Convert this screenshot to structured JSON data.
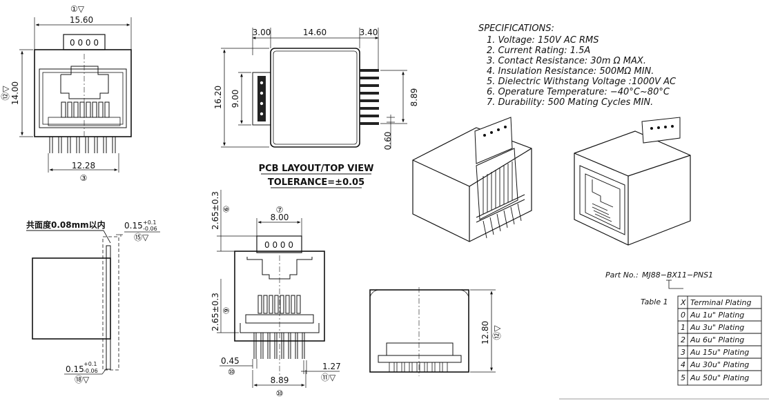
{
  "front_view": {
    "top_code": "①▽",
    "width_dim": "15.60",
    "label": "0 0 0 0",
    "side_code": "⑫▽",
    "height_dim": "14.00",
    "pitch_dim": "12.28",
    "bottom_code": "③"
  },
  "pcb_layout": {
    "dim_left": "3.00",
    "dim_mid": "14.60",
    "dim_right": "3.40",
    "dim_height": "16.20",
    "dim_pad": "9.00",
    "dim_pins": "8.89",
    "dim_pin_w": "0.60",
    "title": "PCB LAYOUT/TOP VIEW",
    "tolerance": "TOLERANCE=±0.05"
  },
  "side_view": {
    "note": "共面度0.08mm以内",
    "dim_top": "0.15",
    "dim_top_tol_plus": "+0.1",
    "dim_top_tol_minus": "-0.06",
    "top_code": "⑮▽",
    "dim_bottom": "0.15",
    "dim_bottom_tol_plus": "+0.1",
    "dim_bottom_tol_minus": "-0.06",
    "bottom_code": "⑱▽"
  },
  "rear_view": {
    "dim_top": "2.65±0.3",
    "dim_top_code": "⑥",
    "width_code": "⑦",
    "width_dim": "8.00",
    "label": "0 0 0 0",
    "dim_mid": "2.65±0.3",
    "dim_mid_code": "⑨",
    "pin_dim": "0.45",
    "pin_code": "⑩",
    "pitch_dim": "1.27",
    "pitch_code": "⑪▽",
    "span_dim": "8.89",
    "span_code": "⑩"
  },
  "bottom_view": {
    "height_dim": "12.80",
    "height_code": "⑫▽"
  },
  "specifications": {
    "title": "SPECIFICATIONS:",
    "items": [
      "1. Voltage: 150V AC RMS",
      "2. Current Rating: 1.5A",
      "3. Contact Resistance: 30m Ω MAX.",
      "4. Insulation Resistance: 500MΩ MIN.",
      "5. Dielectric Withstang Voltage :1000V AC",
      "6. Operature Temperature: −40°C~80°C",
      "7. Durability: 500 Mating Cycles MIN."
    ]
  },
  "part": {
    "label": "Part No.:",
    "number": "MJ88−BX11−PNS1"
  },
  "table": {
    "caption": "Table 1",
    "header": [
      "X",
      "Terminal Plating"
    ],
    "rows": [
      [
        "0",
        "Au 1u\" Plating"
      ],
      [
        "1",
        "Au 3u\" Plating"
      ],
      [
        "2",
        "Au 6u\" Plating"
      ],
      [
        "3",
        "Au 15u\" Plating"
      ],
      [
        "4",
        "Au 30u\" Plating"
      ],
      [
        "5",
        "Au 50u\" Plating"
      ]
    ]
  }
}
